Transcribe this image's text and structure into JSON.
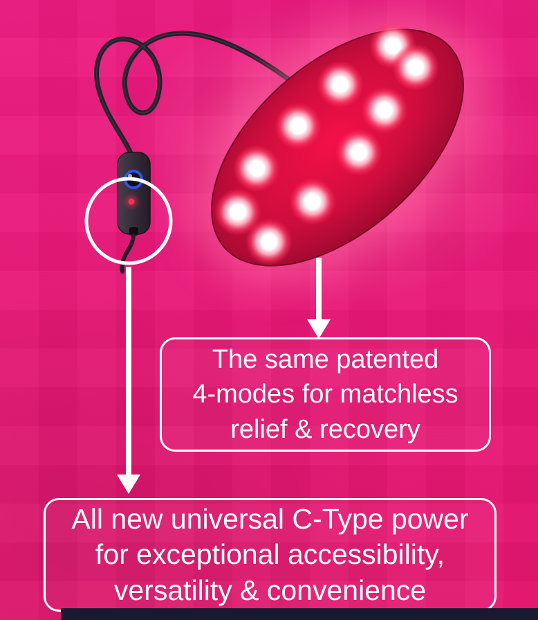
{
  "background": {
    "color": "#e8187b",
    "bottom_bar_color": "#191931"
  },
  "graphics": {
    "pad_body_color": "#c60d3c",
    "pad_halo_color": "#ff6aa0",
    "led_core_color": "#ffffff",
    "led_count": 10,
    "cable_color": "#261d2b",
    "controller_body_color": "#3c3040",
    "controller_button_color": "#2f55e8",
    "controller_indicator_color": "#ff2f4e",
    "highlight_circle_color": "#ffffff",
    "arrow_color": "#ffffff"
  },
  "callouts": [
    {
      "id": "modes",
      "lines": [
        "The same patented",
        "4-modes for matchless",
        "relief & recovery"
      ]
    },
    {
      "id": "power",
      "lines": [
        "All new universal C-Type power",
        "for exceptional accessibility,",
        "versatility & convenience"
      ]
    }
  ]
}
